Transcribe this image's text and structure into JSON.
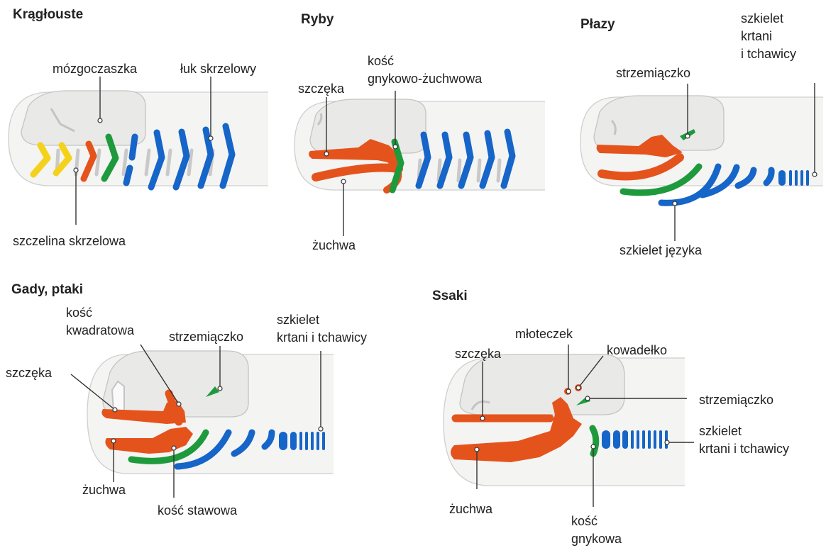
{
  "panels": {
    "kraglouste": {
      "title": "Krągłouste",
      "labels": {
        "mozgoczaszka": "mózgoczaszka",
        "luk_skrzelowy": "łuk skrzelowy",
        "szczelina_skrzelowa": "szczelina skrzelowa"
      }
    },
    "ryby": {
      "title": "Ryby",
      "labels": {
        "szczeka": "szczęka",
        "kosc_gnykowo_line1": "kość",
        "kosc_gnykowo_line2": "gnykowo-żuchwowa",
        "zuchwa": "żuchwa"
      }
    },
    "plazy": {
      "title": "Płazy",
      "labels": {
        "strzemiaczko": "strzemiączko",
        "szkielet_line1": "szkielet",
        "szkielet_line2": "krtani",
        "szkielet_line3": "i tchawicy",
        "szkielet_jezyka": "szkielet języka"
      }
    },
    "gady": {
      "title": "Gady, ptaki",
      "labels": {
        "kosc_kwadratowa_line1": "kość",
        "kosc_kwadratowa_line2": "kwadratowa",
        "strzemiaczko": "strzemiączko",
        "szkielet_line1": "szkielet",
        "szkielet_line2": "krtani i tchawicy",
        "szczeka": "szczęka",
        "zuchwa": "żuchwa",
        "kosc_stawowa": "kość stawowa"
      }
    },
    "ssaki": {
      "title": "Ssaki",
      "labels": {
        "mloteczek": "młoteczek",
        "kowadelko": "kowadełko",
        "szczeka": "szczęka",
        "strzemiaczko": "strzemiączko",
        "szkielet_line1": "szkielet",
        "szkielet_line2": "krtani i tchawicy",
        "zuchwa": "żuchwa",
        "kosc_gnykowa_line1": "kość",
        "kosc_gnykowa_line2": "gnykowa"
      }
    }
  },
  "colors": {
    "arch_yellow": "#f4d21c",
    "arch_red": "#e5531c",
    "arch_green": "#1e9a3c",
    "arch_blue": "#1665c8",
    "body_fill": "#f4f4f3",
    "cranium_fill": "#e9e9e8"
  }
}
